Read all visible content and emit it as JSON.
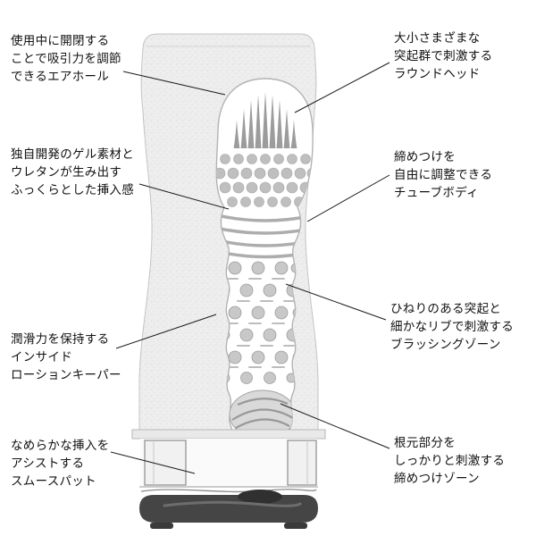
{
  "page": {
    "background": "#ffffff"
  },
  "colors": {
    "body_fill": "#eeeeee",
    "speckle": "#dddddd",
    "cavity_outline": "#b3b3b3",
    "texture_gray": "#a8a8a8",
    "bottom_cap": "#454545",
    "text": "#111111",
    "leader_line": "#1a1a1a"
  },
  "labels": {
    "left": [
      {
        "id": "air-hole",
        "lines": [
          "使用中に開閉する",
          "ことで吸引力を調節",
          "できるエアホール"
        ]
      },
      {
        "id": "gel-material",
        "lines": [
          "独自開発のゲル素材と",
          "ウレタンが生み出す",
          "ふっくらとした挿入感"
        ]
      },
      {
        "id": "lotion-keeper",
        "lines": [
          "潤滑力を保持する",
          "インサイド",
          "ローションキーパー"
        ]
      },
      {
        "id": "smooth-pad",
        "lines": [
          "なめらかな挿入を",
          "アシストする",
          "スムースパット"
        ]
      }
    ],
    "right": [
      {
        "id": "round-head",
        "lines": [
          "大小さまざまな",
          "突起群で刺激する",
          "ラウンドヘッド"
        ]
      },
      {
        "id": "tube-body",
        "lines": [
          "締めつけを",
          "自由に調整できる",
          "チューブボディ"
        ]
      },
      {
        "id": "brushing-zone",
        "lines": [
          "ひねりのある突起と",
          "細かなリブで刺激する",
          "ブラッシングゾーン"
        ]
      },
      {
        "id": "tightening-zone",
        "lines": [
          "根元部分を",
          "しっかりと刺激する",
          "締めつけゾーン"
        ]
      }
    ]
  }
}
